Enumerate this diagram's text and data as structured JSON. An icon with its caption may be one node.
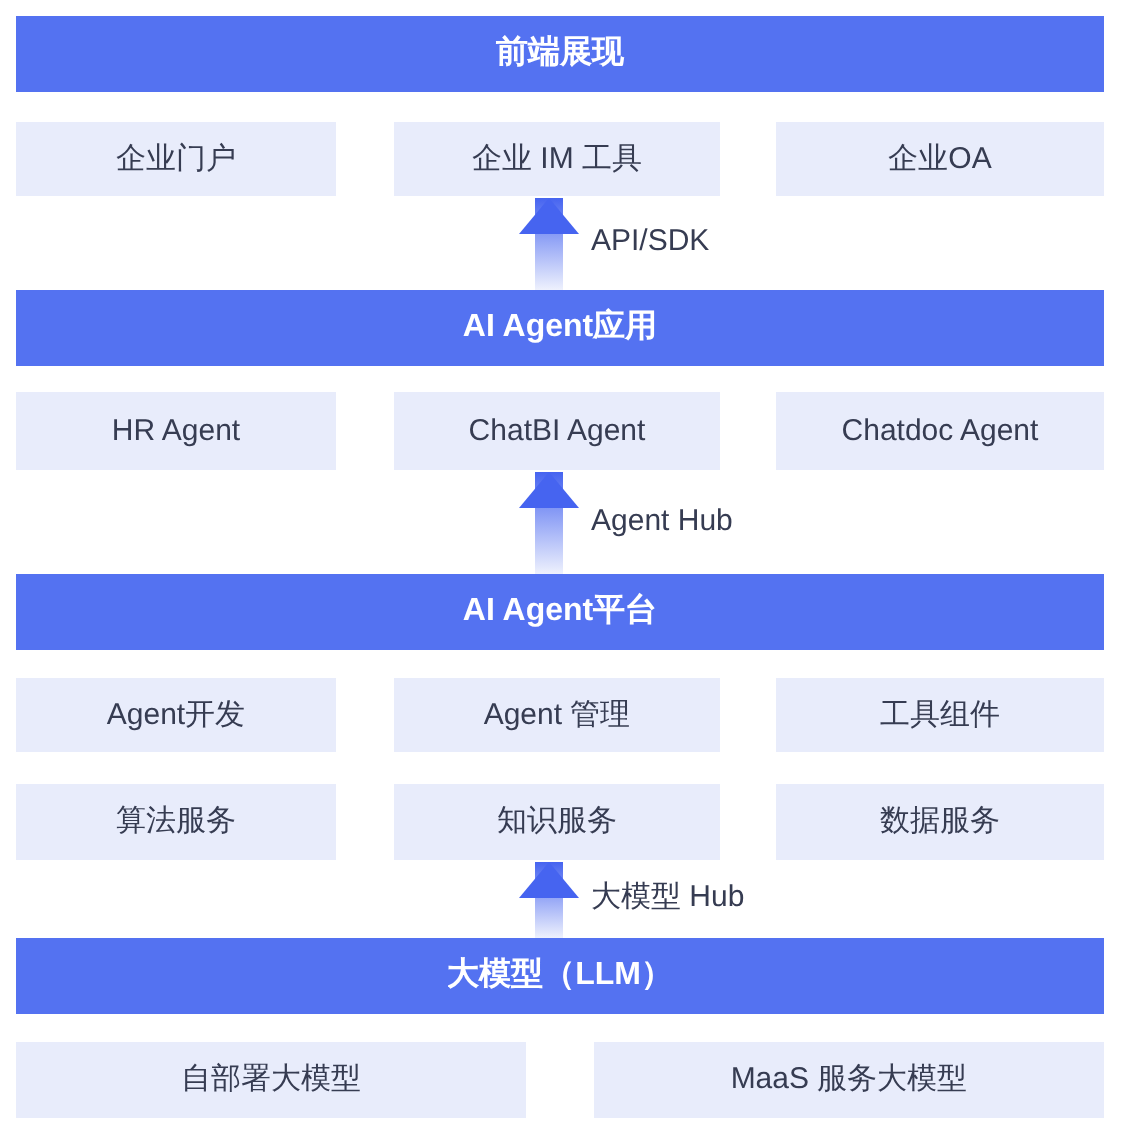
{
  "diagram": {
    "nodes": [
      {
        "text": [
          "前端展现"
        ]
      },
      {
        "text": [
          "企业门户"
        ]
      },
      {
        "text": [
          "企业 IM 工具"
        ]
      },
      {
        "text": [
          "企业OA"
        ]
      },
      {
        "text": [
          "AI Agent应用"
        ]
      },
      {
        "text": [
          "HR Agent"
        ]
      },
      {
        "text": [
          "ChatBI Agent"
        ]
      },
      {
        "text": [
          "Chatdoc Agent"
        ]
      },
      {
        "text": [
          "AI Agent平台"
        ]
      },
      {
        "text": [
          "Agent开发"
        ]
      },
      {
        "text": [
          "Agent 管理"
        ]
      },
      {
        "text": [
          "工具组件"
        ]
      },
      {
        "text": [
          "算法服务"
        ]
      },
      {
        "text": [
          "知识服务"
        ]
      },
      {
        "text": [
          "数据服务"
        ]
      },
      {
        "text": [
          "大模型（LLM）"
        ]
      },
      {
        "text": [
          "自部署大模型"
        ]
      },
      {
        "text": [
          "MaaS 服务大模型"
        ]
      }
    ],
    "edges": [
      {
        "from": 4,
        "to": 2,
        "arrow": "to",
        "label": "API/SDK"
      },
      {
        "from": 8,
        "to": 6,
        "arrow": "to",
        "label": "Agent Hub"
      },
      {
        "from": 15,
        "to": 13,
        "arrow": "to",
        "label": "大模型 Hub"
      }
    ]
  }
}
